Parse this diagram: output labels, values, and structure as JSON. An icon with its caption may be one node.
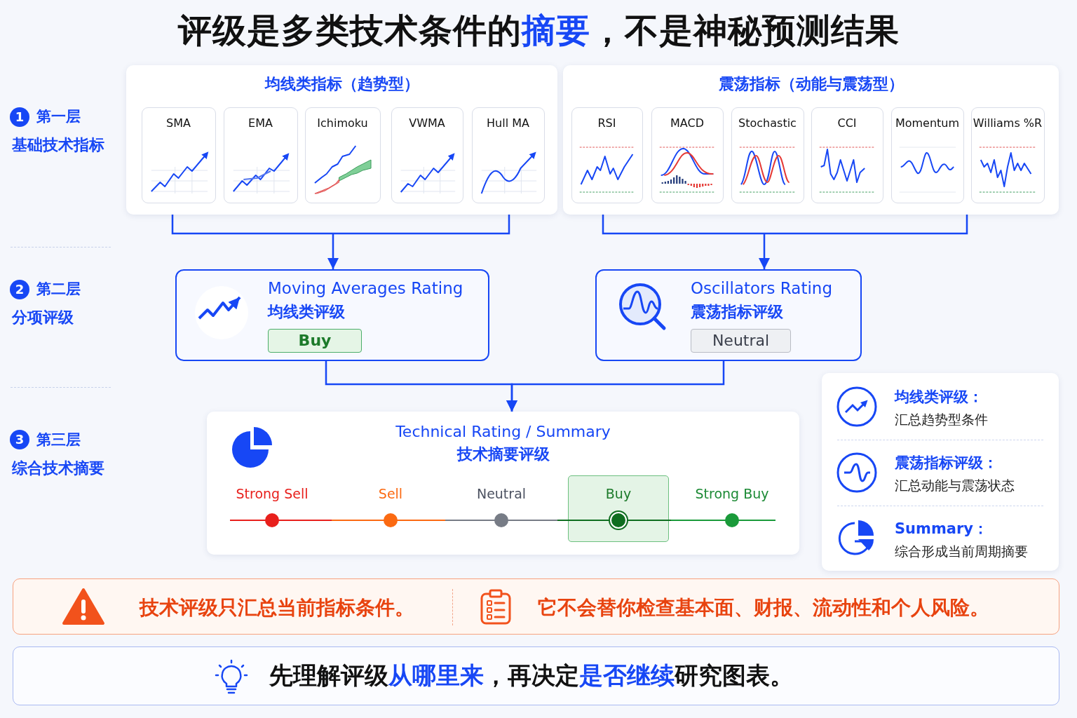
{
  "diagram": {
    "title": "评级是多类技术条件的**摘要**，不是神秘预测结果",
    "nodes": [
      {
        "text": [
          "均线类指标（趋势型）"
        ]
      },
      {
        "text": [
          "SMA"
        ],
        "in": 0
      },
      {
        "text": [
          "EMA"
        ],
        "in": 0
      },
      {
        "text": [
          "Ichimoku"
        ],
        "in": 0
      },
      {
        "text": [
          "VWMA"
        ],
        "in": 0
      },
      {
        "text": [
          "Hull MA"
        ],
        "in": 0
      },
      {
        "text": [
          "震荡指标（动能与震荡型）"
        ]
      },
      {
        "text": [
          "RSI"
        ],
        "in": 6
      },
      {
        "text": [
          "MACD"
        ],
        "in": 6
      },
      {
        "text": [
          "Stochastic"
        ],
        "in": 6
      },
      {
        "text": [
          "CCI"
        ],
        "in": 6
      },
      {
        "text": [
          "Momentum"
        ],
        "in": 6
      },
      {
        "text": [
          "Williams %R"
        ],
        "in": 6
      },
      {
        "text": [
          "Moving Averages Rating",
          "均线类评级",
          "Buy"
        ]
      },
      {
        "text": [
          "Oscillators Rating",
          "震荡指标评级",
          "Neutral"
        ]
      },
      {
        "text": [
          "Technical Rating / Summary",
          "技术摘要评级",
          "Strong Sell",
          "Sell",
          "Neutral",
          "Buy",
          "Strong Buy"
        ]
      },
      {
        "text": [
          "均线类评级：",
          "汇总趋势型条件",
          "震荡指标评级：",
          "汇总动能与震荡状态",
          "Summary：",
          "综合形成当前周期摘要"
        ]
      },
      {
        "text": [
          "技术评级只汇总当前指标条件。",
          "它不会替你检查基本面、财报、流动性和个人风险。"
        ]
      },
      {
        "text": [
          "先理解评级**从哪里来**，再决定**是否继续**研究图表。"
        ]
      }
    ],
    "edges": [
      {
        "from": 0,
        "to": 13,
        "arrow": "to"
      },
      {
        "from": 6,
        "to": 14,
        "arrow": "to"
      },
      {
        "from": 13,
        "to": 15,
        "arrow": "to"
      },
      {
        "from": 14,
        "to": 15,
        "arrow": "to"
      }
    ],
    "labels": [
      "1",
      "第一层",
      "基础技术指标",
      "2",
      "第二层",
      "分项评级",
      "3",
      "第三层",
      "综合技术摘要"
    ]
  }
}
